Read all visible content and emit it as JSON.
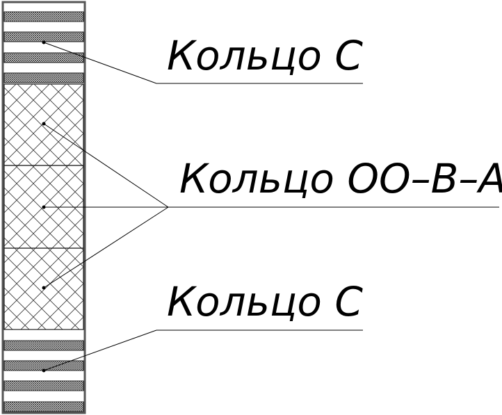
{
  "diagram": {
    "labels": {
      "ring_c_top": "Кольцо С",
      "ring_oo_b_a": "Кольцо ОО–В–А",
      "ring_c_bottom": "Кольцо С"
    },
    "colors": {
      "line": "#000000",
      "background": "#ffffff",
      "frame": "#555555",
      "hatch": "#333333"
    }
  }
}
